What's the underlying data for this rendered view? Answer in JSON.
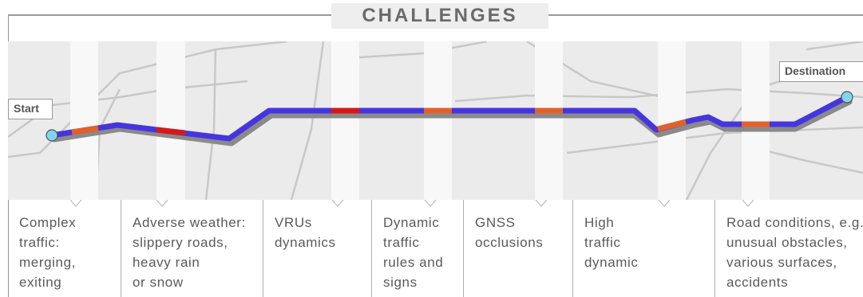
{
  "header": {
    "title": "CHALLENGES"
  },
  "route": {
    "start_label": "Start",
    "destination_label": "Destination"
  },
  "challenges": [
    {
      "lines": [
        "Complex",
        "traffic:",
        "merging,",
        "exiting"
      ]
    },
    {
      "lines": [
        "Adverse weather:",
        "slippery roads,",
        "heavy rain",
        "or snow"
      ]
    },
    {
      "lines": [
        "VRUs",
        "dynamics"
      ]
    },
    {
      "lines": [
        "Dynamic",
        "traffic",
        "rules and",
        "signs"
      ]
    },
    {
      "lines": [
        "GNSS",
        "occlusions"
      ]
    },
    {
      "lines": [
        "High",
        "traffic",
        "dynamic"
      ]
    },
    {
      "lines": [
        "Road conditions, e.g.",
        "unusual obstacles,",
        "various surfaces,",
        "accidents"
      ]
    }
  ],
  "colors": {
    "route_main": "#4535e0",
    "route_shadow": "#8a8a8a",
    "hazard_red": "#d81818",
    "hazard_orange": "#e4602a",
    "endpoint": "#7fd6ef",
    "map_background": "#ebebeb",
    "road_lines": "#c8c8c8",
    "column_fill": "#f8f8f8"
  }
}
